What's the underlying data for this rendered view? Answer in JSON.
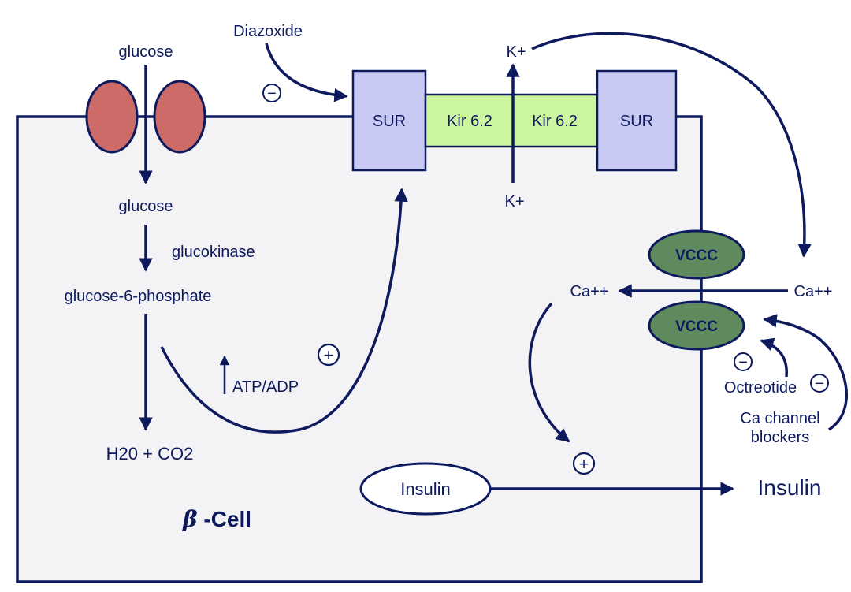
{
  "labels": {
    "glucose_outside": "glucose",
    "glucose_inside": "glucose",
    "glucokinase": "glucokinase",
    "glucose6p": "glucose-6-phosphate",
    "h2o_co2": "H20 + CO2",
    "atp_adp": "ATP/ADP",
    "diazoxide": "Diazoxide",
    "k_out": "K+",
    "k_in": "K+",
    "sur_left": "SUR",
    "kir_left": "Kir 6.2",
    "kir_right": "Kir 6.2",
    "sur_right": "SUR",
    "vccc_top": "VCCC",
    "vccc_bottom": "VCCC",
    "ca_inside": "Ca++",
    "ca_outside": "Ca++",
    "octreotide": "Octreotide",
    "ca_blockers_line1": "Ca channel",
    "ca_blockers_line2": "blockers",
    "insulin_inside": "Insulin",
    "insulin_outside": "Insulin",
    "beta_symbol": "β",
    "cell_label": " -Cell"
  },
  "signs": {
    "diazoxide_sign": "−",
    "atp_sign": "+",
    "ca_sign": "+",
    "octreotide_sign": "−",
    "blockers_sign": "−"
  },
  "colors": {
    "ink": "#0e1a5e",
    "cell_fill": "#f3f3f5",
    "glut_fill": "#cd6b69",
    "sur_fill": "#c7c9f2",
    "kir_fill": "#ccf5a0",
    "vccc_fill": "#5e8a5e"
  }
}
